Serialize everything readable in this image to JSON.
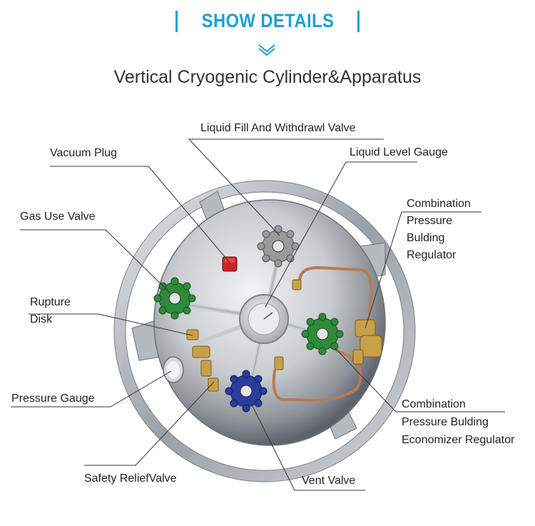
{
  "header": {
    "title": "SHOW DETAILS"
  },
  "main_title": "Vertical Cryogenic Cylinder&Apparatus",
  "labels": {
    "liquid_fill": "Liquid Fill And Withdrawl Valve",
    "vacuum_plug": "Vacuum Plug",
    "liquid_level": "Liquid Level Gauge",
    "combo_pressure_1": "Combination",
    "combo_pressure_2": "Pressure",
    "combo_pressure_3": "Bulding",
    "combo_pressure_4": "Regulator",
    "gas_use": "Gas Use Valve",
    "rupture_1": "Rupture",
    "rupture_2": "Disk",
    "pressure_gauge": "Pressure Gauge",
    "combo_econ_1": "Combination",
    "combo_econ_2": "Pressure Bulding",
    "combo_econ_3": "Economizer Regulator",
    "safety_relief": "Safety ReliefValve",
    "vent_valve": "Vent Valve"
  },
  "colors": {
    "accent": "#1a9fd6",
    "gas_use_handle": "#2e8b3a",
    "vent_handle": "#2a3c9c",
    "liquid_fill_handle": "#9a9a9a",
    "vacuum_plug": "#cc2222",
    "brass": "#c9a048",
    "copper": "#b87a55"
  }
}
